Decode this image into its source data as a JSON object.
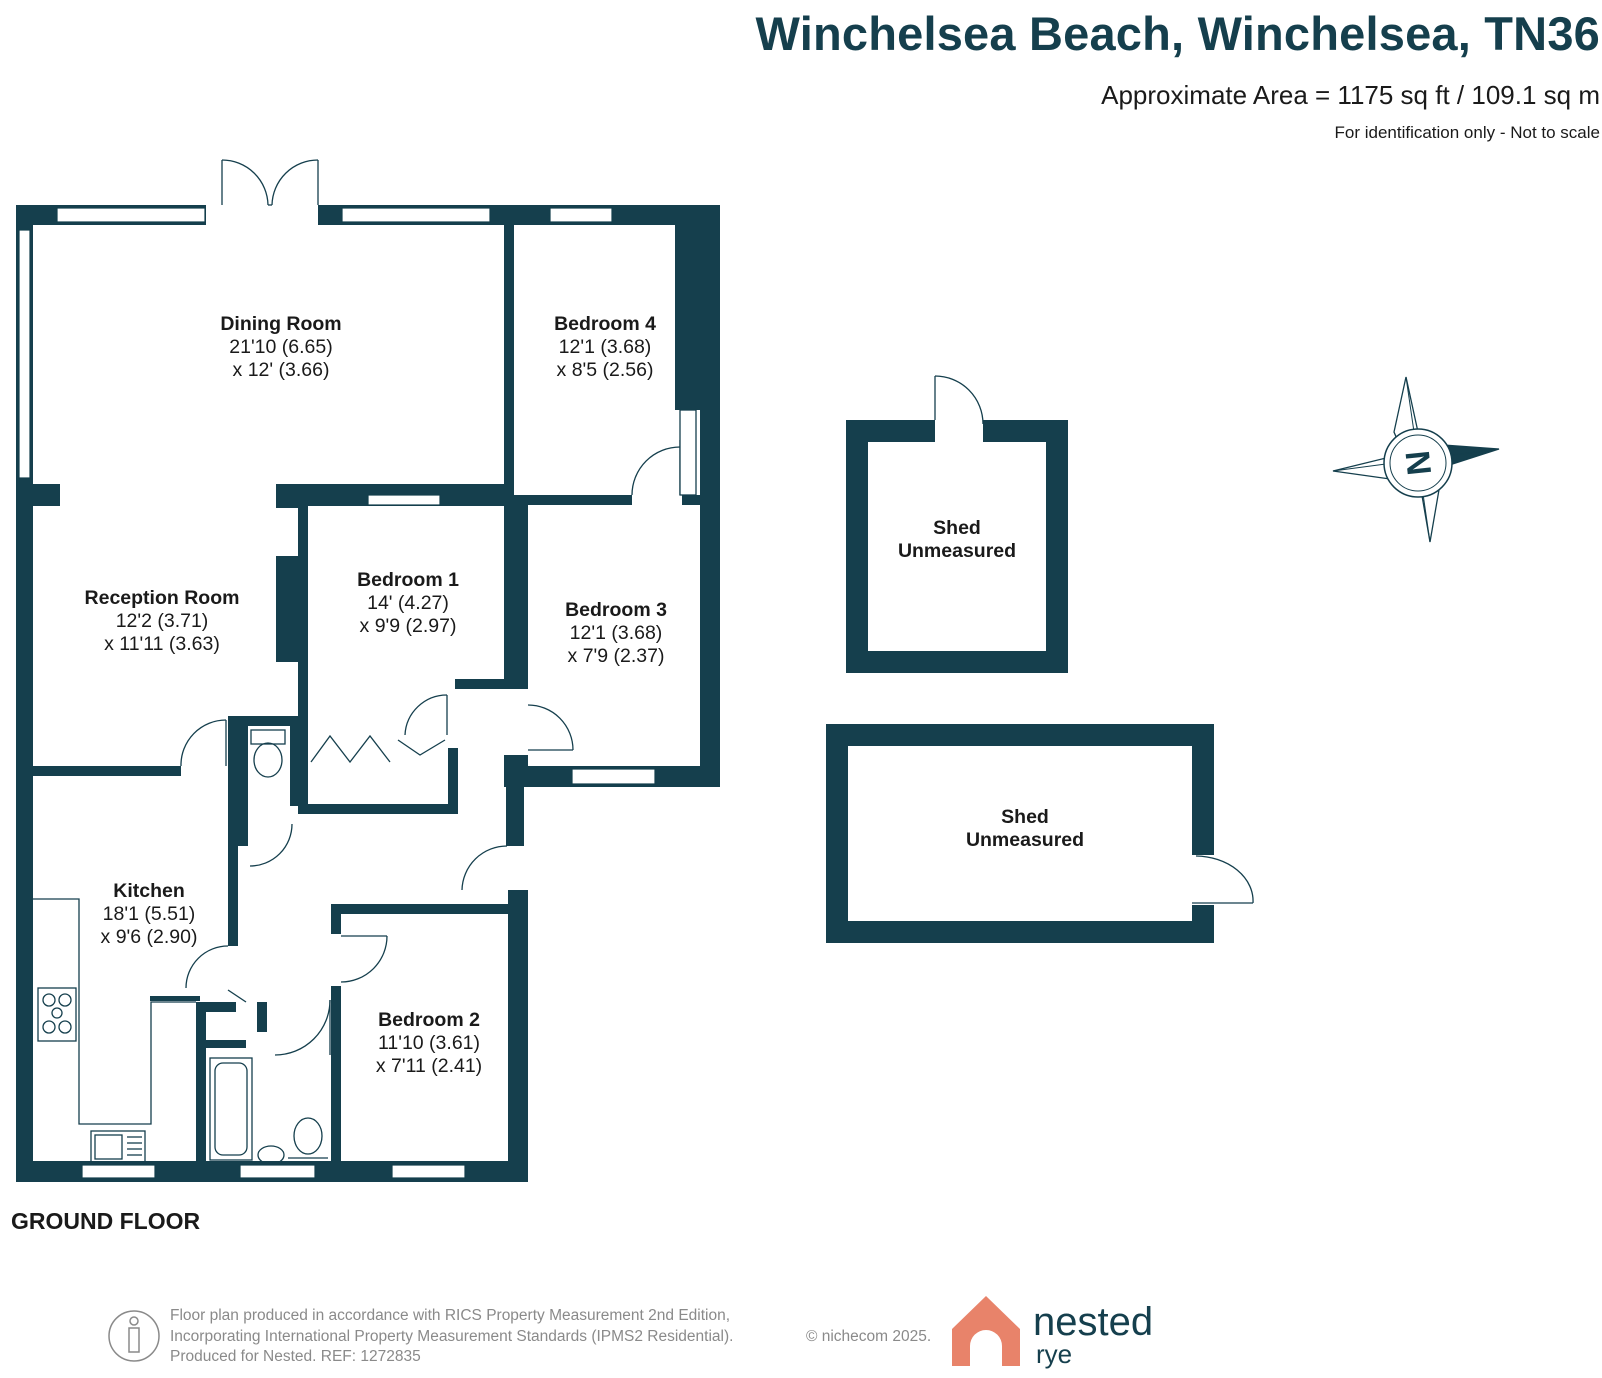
{
  "header": {
    "title": "Winchelsea Beach, Winchelsea, TN36",
    "area": "Approximate Area = 1175 sq ft / 109.1 sq m",
    "disclaimer": "For identification only - Not to scale"
  },
  "plan": {
    "floor_label": "GROUND FLOOR",
    "wall_color": "#153f4d",
    "rooms": [
      {
        "name": "Dining Room",
        "dim1": "21'10 (6.65)",
        "dim2": "x 12' (3.66)"
      },
      {
        "name": "Bedroom 4",
        "dim1": "12'1 (3.68)",
        "dim2": "x 8'5 (2.56)"
      },
      {
        "name": "Reception Room",
        "dim1": "12'2 (3.71)",
        "dim2": "x 11'11 (3.63)"
      },
      {
        "name": "Bedroom 1",
        "dim1": "14' (4.27)",
        "dim2": "x 9'9 (2.97)"
      },
      {
        "name": "Bedroom 3",
        "dim1": "12'1 (3.68)",
        "dim2": "x 7'9 (2.37)"
      },
      {
        "name": "Kitchen",
        "dim1": "18'1 (5.51)",
        "dim2": "x 9'6 (2.90)"
      },
      {
        "name": "Bedroom 2",
        "dim1": "11'10 (3.61)",
        "dim2": "x 7'11 (2.41)"
      }
    ],
    "outbuildings": [
      {
        "name": "Shed",
        "note": "Unmeasured"
      },
      {
        "name": "Shed",
        "note": "Unmeasured"
      }
    ],
    "compass_letter": "N"
  },
  "footer": {
    "lines": [
      "Floor plan produced in accordance with RICS Property Measurement 2nd Edition,",
      "Incorporating International Property Measurement Standards (IPMS2 Residential).",
      "Produced for Nested.  REF: 1272835"
    ],
    "copyright": "© nichecom 2025.",
    "brand": "nested",
    "brand_sub": "rye",
    "brand_color": "#e8836a"
  }
}
